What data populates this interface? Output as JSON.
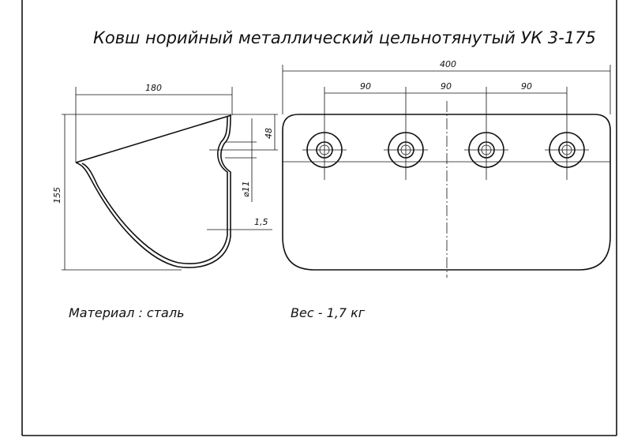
{
  "title": "Ковш норийный металлический цельнотянутый УК 3-175",
  "side_view": {
    "width_dim": "180",
    "height_dim": "155",
    "hole_offset_dim": "48",
    "hole_diameter_dim": "⌀11",
    "thickness_dim": "1,5"
  },
  "front_view": {
    "width_dim": "400",
    "spacing_dims": [
      "90",
      "90",
      "90"
    ]
  },
  "material": "Материал : сталь",
  "weight": "Вес  - 1,7 кг"
}
